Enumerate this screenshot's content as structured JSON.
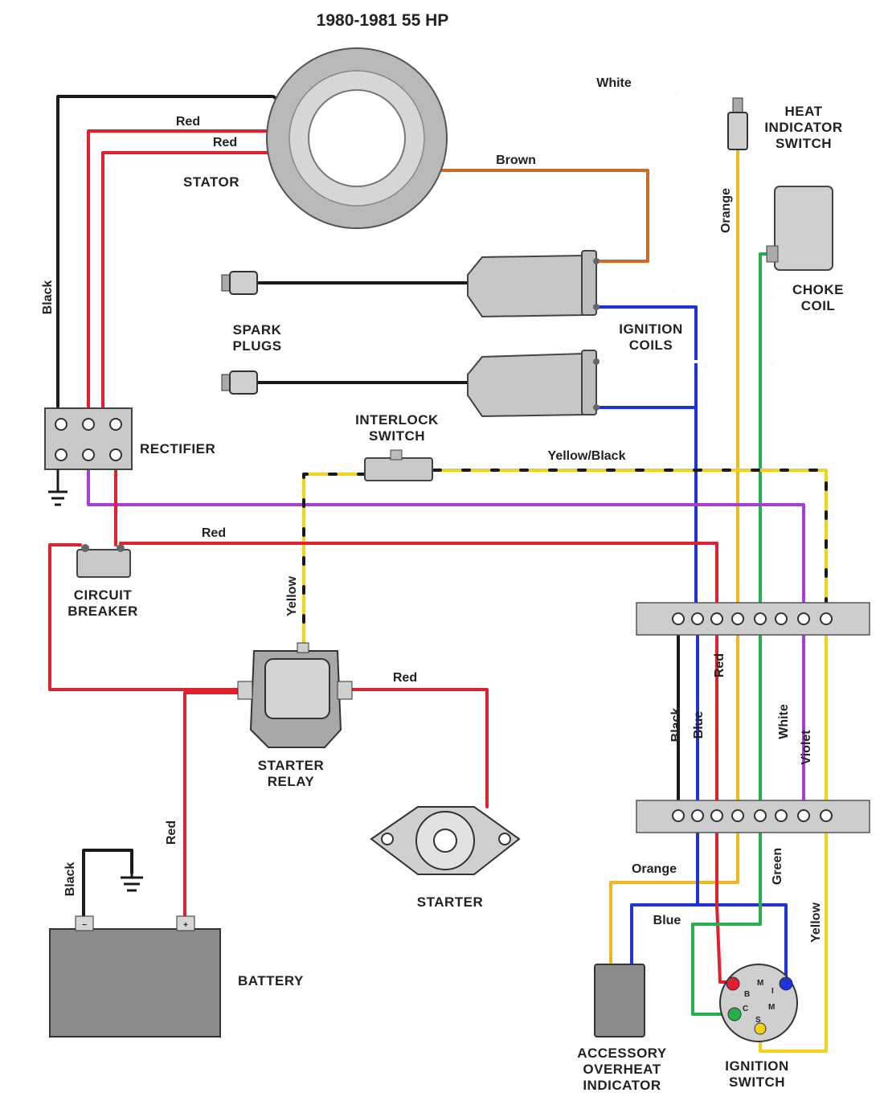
{
  "title": "1980-1981 55 HP",
  "colors": {
    "black": "#1a1a1a",
    "red": "#e0202e",
    "white": "#ffffff",
    "brown": "#cc6a2a",
    "blue": "#1d33d6",
    "yellow": "#f2d21a",
    "green": "#24b04a",
    "violet": "#a83ed6",
    "orange": "#f0b820",
    "component": "#c7c7c7",
    "outline": "#444444"
  },
  "components": {
    "stator": "STATOR",
    "spark_plugs": [
      "SPARK",
      "PLUGS"
    ],
    "ignition_coils": [
      "IGNITION",
      "COILS"
    ],
    "heat_indicator_switch": [
      "HEAT",
      "INDICATOR",
      "SWITCH"
    ],
    "choke_coil": [
      "CHOKE",
      "COIL"
    ],
    "rectifier": "RECTIFIER",
    "interlock_switch": [
      "INTERLOCK",
      "SWITCH"
    ],
    "circuit_breaker": [
      "CIRCUIT",
      "BREAKER"
    ],
    "starter_relay": [
      "STARTER",
      "RELAY"
    ],
    "starter": "STARTER",
    "battery": "BATTERY",
    "accessory_overheat_indicator": [
      "ACCESSORY",
      "OVERHEAT",
      "INDICATOR"
    ],
    "ignition_switch": [
      "IGNITION",
      "SWITCH"
    ]
  },
  "wire_labels": {
    "white_top": "White",
    "red_1": "Red",
    "red_2": "Red",
    "brown": "Brown",
    "black_left": "Black",
    "orange_heat": "Orange",
    "yellow_black": "Yellow/Black",
    "red_breaker": "Red",
    "yellow_relay": "Yellow",
    "red_starter": "Red",
    "red_battery": "Red",
    "black_battery": "Black",
    "black_terminal": "Black",
    "blue_terminal": "Blue",
    "red_terminal": "Red",
    "white_terminal": "White",
    "violet_terminal": "Violet",
    "orange_accessory": "Orange",
    "blue_accessory": "Blue",
    "green_switch": "Green",
    "yellow_switch": "Yellow"
  },
  "battery_terminals": {
    "negative": "−",
    "positive": "+"
  },
  "ignition_switch_pins": {
    "b": "B",
    "m_top": "M",
    "i": "I",
    "c": "C",
    "m_bottom": "M",
    "s": "S"
  }
}
